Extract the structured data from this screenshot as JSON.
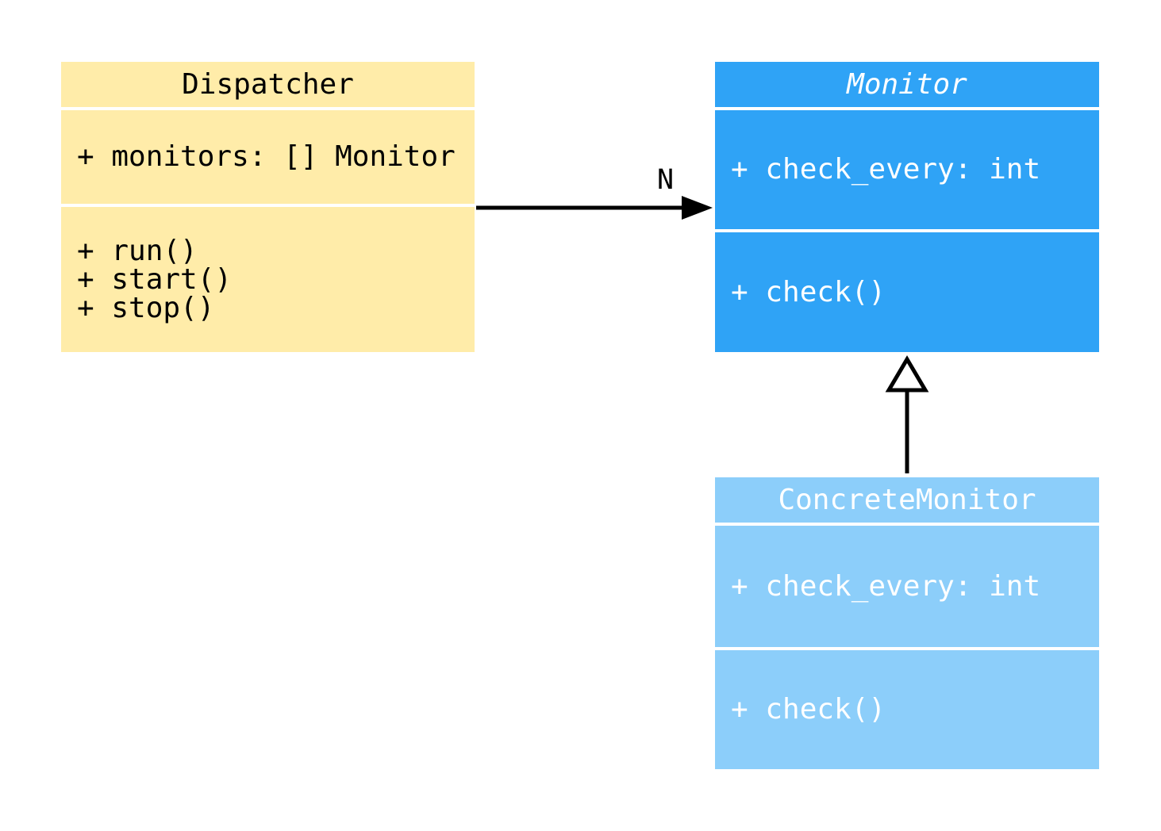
{
  "diagram": {
    "type": "uml-class-diagram",
    "colors": {
      "yellow": "#FFECA9",
      "blue": "#2FA3F6",
      "lightblue": "#8CCEFA",
      "text-dark": "#000000",
      "text-light": "#FFFFFF",
      "line-color": "#000000",
      "canvas-bg": "#FFFFFF"
    },
    "classes": [
      {
        "name": "Dispatcher",
        "abstract": false,
        "fill": "#FFECA9",
        "text_color": "#000000",
        "attributes": [
          "+ monitors: [] Monitor"
        ],
        "methods": [
          "+ run()",
          "+ start()",
          "+ stop()"
        ]
      },
      {
        "name": "Monitor",
        "abstract": true,
        "fill": "#2FA3F6",
        "text_color": "#FFFFFF",
        "attributes": [
          "+ check_every: int"
        ],
        "methods": [
          "+ check()"
        ]
      },
      {
        "name": "ConcreteMonitor",
        "abstract": false,
        "fill": "#8CCEFA",
        "text_color": "#FFFFFF",
        "attributes": [
          "+ check_every: int"
        ],
        "methods": [
          "+ check()"
        ]
      }
    ],
    "relationships": [
      {
        "type": "association",
        "from": "Dispatcher",
        "to": "Monitor",
        "label": "N",
        "head": "filled-arrow"
      },
      {
        "type": "inheritance",
        "from": "ConcreteMonitor",
        "to": "Monitor",
        "label": "",
        "head": "hollow-triangle"
      }
    ]
  }
}
